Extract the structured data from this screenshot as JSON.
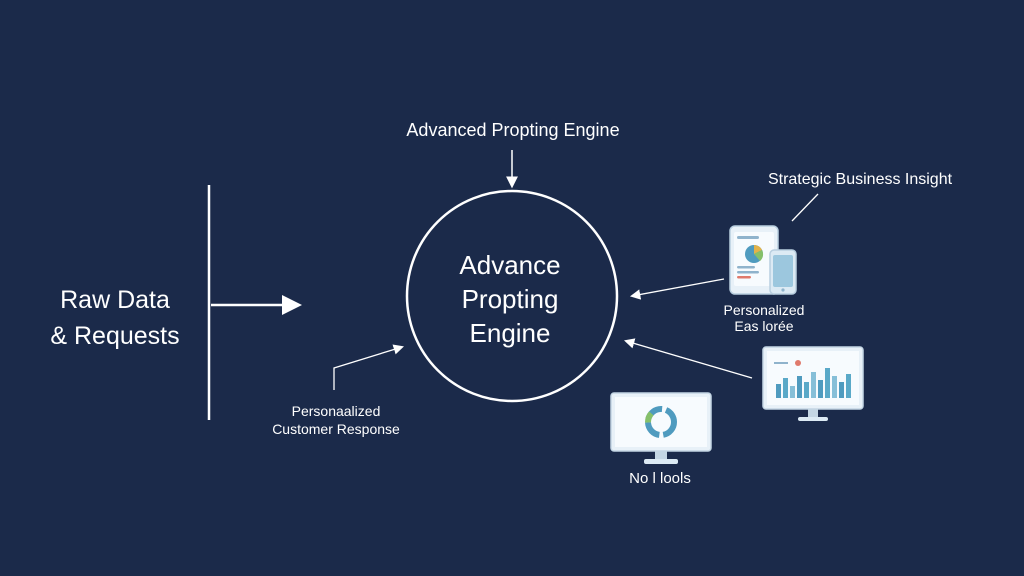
{
  "diagram": {
    "input": {
      "line1": "Raw Data",
      "line2": "& Requests"
    },
    "top_label": "Advanced Propting Engine",
    "core": {
      "line1": "Advance",
      "line2": "Propting",
      "line3": "Engine"
    },
    "strategic_label": "Strategic Business Insight",
    "phone_label": {
      "line1": "Personalized",
      "line2": "Eas lorée"
    },
    "customer_label": {
      "line1": "Personaalized",
      "line2": "Customer Response"
    },
    "tools_label": "No l lools"
  },
  "colors": {
    "background": "#1b2a4a",
    "line": "#ffffff",
    "screen": "#e8f1f8",
    "accent": "#5aa9c8"
  }
}
